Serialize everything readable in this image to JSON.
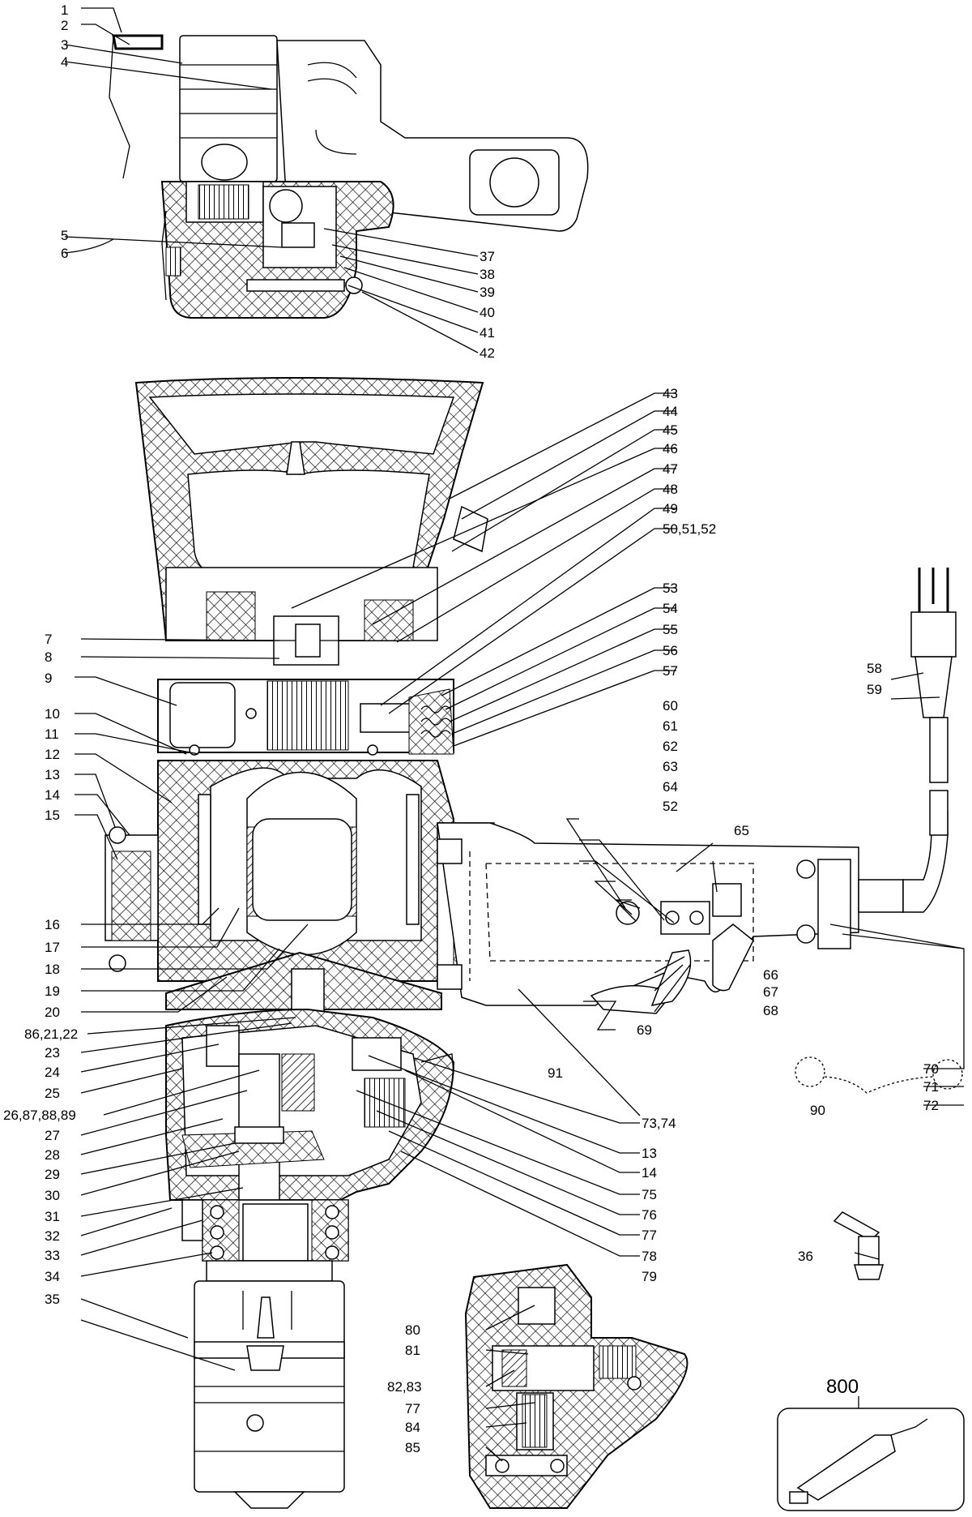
{
  "callouts": {
    "c1": "1",
    "c2": "2",
    "c3": "3",
    "c4": "4",
    "c5": "5",
    "c6": "6",
    "c7": "7",
    "c8": "8",
    "c9": "9",
    "c10": "10",
    "c11": "11",
    "c12": "12",
    "c13": "13",
    "c14": "14",
    "c15": "15",
    "c16": "16",
    "c17": "17",
    "c18": "18",
    "c19": "19",
    "c20": "20",
    "c86_21_22": "86,21,22",
    "c23": "23",
    "c24": "24",
    "c25": "25",
    "c26_87_88_89": "26,87,88,89",
    "c27": "27",
    "c28": "28",
    "c29": "29",
    "c30": "30",
    "c31": "31",
    "c32": "32",
    "c33": "33",
    "c34": "34",
    "c35": "35",
    "c36": "36",
    "c37": "37",
    "c38": "38",
    "c39": "39",
    "c40": "40",
    "c41": "41",
    "c42": "42",
    "c43": "43",
    "c44": "44",
    "c45": "45",
    "c46": "46",
    "c47": "47",
    "c48": "48",
    "c49": "49",
    "c50_51_52": "50,51,52",
    "c53": "53",
    "c54": "54",
    "c55": "55",
    "c56": "56",
    "c57": "57",
    "c58": "58",
    "c59": "59",
    "c60": "60",
    "c61": "61",
    "c62": "62",
    "c63": "63",
    "c64": "64",
    "c52b": "52",
    "c65": "65",
    "c66": "66",
    "c67": "67",
    "c68": "68",
    "c69": "69",
    "c70": "70",
    "c71": "71",
    "c72": "72",
    "c73_74": "73,74",
    "c13b": "13",
    "c14b": "14",
    "c75": "75",
    "c76": "76",
    "c77": "77",
    "c78": "78",
    "c79": "79",
    "c80": "80",
    "c81": "81",
    "c82_83": "82,83",
    "c77b": "77",
    "c84": "84",
    "c85": "85",
    "c90": "90",
    "c91": "91",
    "c800": "800"
  }
}
